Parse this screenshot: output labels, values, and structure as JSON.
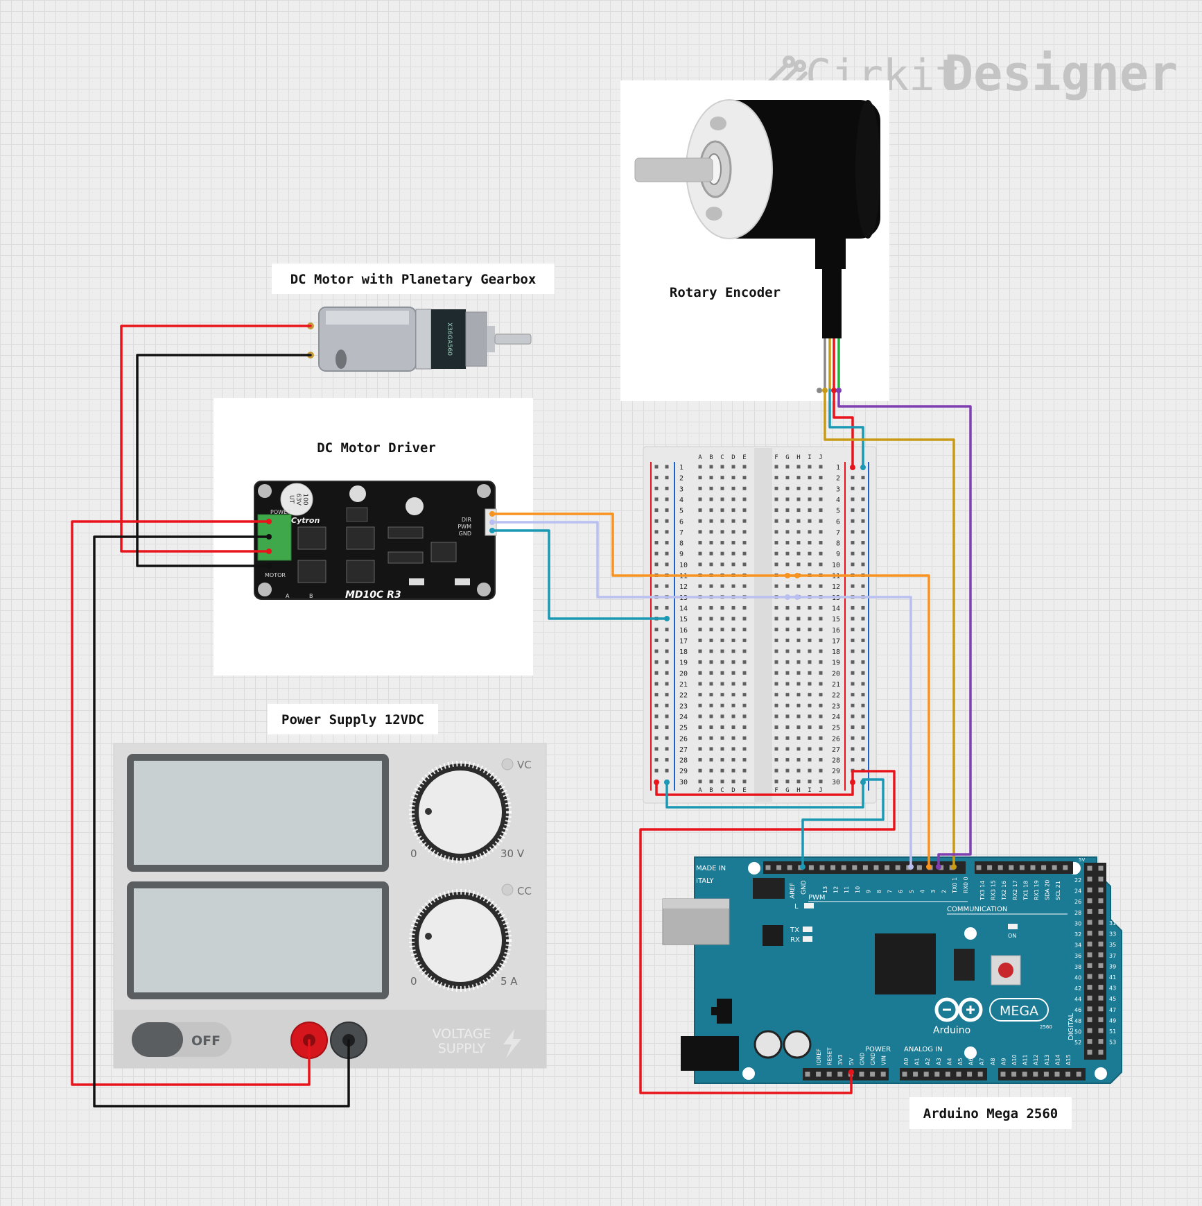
{
  "brand": {
    "cirkit": "Cirkit",
    "designer": "Designer"
  },
  "components": {
    "motor": {
      "label": "DC Motor with Planetary Gearbox",
      "print": "X36GA560"
    },
    "driver": {
      "label": "DC Motor Driver",
      "brand": "Cytron",
      "model": "MD10C R3",
      "pins_right": [
        "DIR",
        "PWM",
        "GND"
      ],
      "power_label": "POWER",
      "motor_label": "MOTOR",
      "ab": [
        "A",
        "B"
      ],
      "cap_text": [
        "100",
        "63V",
        "UT"
      ]
    },
    "encoder": {
      "label": "Rotary Encoder"
    },
    "psu": {
      "label": "Power Supply 12VDC",
      "vc": "VC",
      "cc": "CC",
      "v_min": "0",
      "v_max": "30 V",
      "a_min": "0",
      "a_max": "5 A",
      "switch": "OFF",
      "voltage": "VOLTAGE",
      "supply": "SUPPLY"
    },
    "mega": {
      "label": "Arduino Mega 2560",
      "made_in": "MADE IN",
      "italy": "ITALY",
      "aref": "AREF",
      "gnd": "GND",
      "pwm": "PWM",
      "l": "L",
      "tx": "TX",
      "rx": "RX",
      "on": "ON",
      "communication": "COMMUNICATION",
      "digital": "DIGITAL",
      "power": "POWER",
      "analog_in": "ANALOG IN",
      "arduino": "Arduino",
      "mega": "MEGA",
      "sub": "2560",
      "five_v": "5V",
      "top_pins": [
        "13",
        "12",
        "11",
        "10",
        "9",
        "8",
        "7",
        "6",
        "5",
        "4",
        "3",
        "2",
        "TX0 1",
        "RX0 0"
      ],
      "comm_pins": [
        "TX3 14",
        "RX3 15",
        "TX2 16",
        "RX2 17",
        "TX1 18",
        "RX1 19",
        "SDA 20",
        "SCL 21"
      ],
      "power_pins": [
        "IOREF",
        "RESET",
        "3V3",
        "5V",
        "GND",
        "GND",
        "VIN"
      ],
      "analog_pins": [
        "A0",
        "A1",
        "A2",
        "A3",
        "A4",
        "A5",
        "A6",
        "A7",
        "A8",
        "A9",
        "A10",
        "A11",
        "A12",
        "A13",
        "A14",
        "A15"
      ],
      "right_left_col": [
        "22",
        "24",
        "26",
        "28",
        "30",
        "32",
        "34",
        "36",
        "38",
        "40",
        "42",
        "44",
        "46",
        "48",
        "50",
        "52"
      ],
      "right_right_col": [
        "31",
        "33",
        "35",
        "37",
        "39",
        "41",
        "43",
        "45",
        "47",
        "49",
        "51",
        "53"
      ]
    },
    "breadboard": {
      "cols_left": [
        "A",
        "B",
        "C",
        "D",
        "E"
      ],
      "cols_right": [
        "F",
        "G",
        "H",
        "I",
        "J"
      ],
      "rows": 30
    }
  },
  "colors": {
    "red": "#e8141c",
    "black": "#111111",
    "orange": "#f7931e",
    "lavender": "#b9bff0",
    "teal": "#1a98b4",
    "gold": "#c99a14",
    "purple": "#7f3fb0",
    "board": "#1b7a94"
  }
}
